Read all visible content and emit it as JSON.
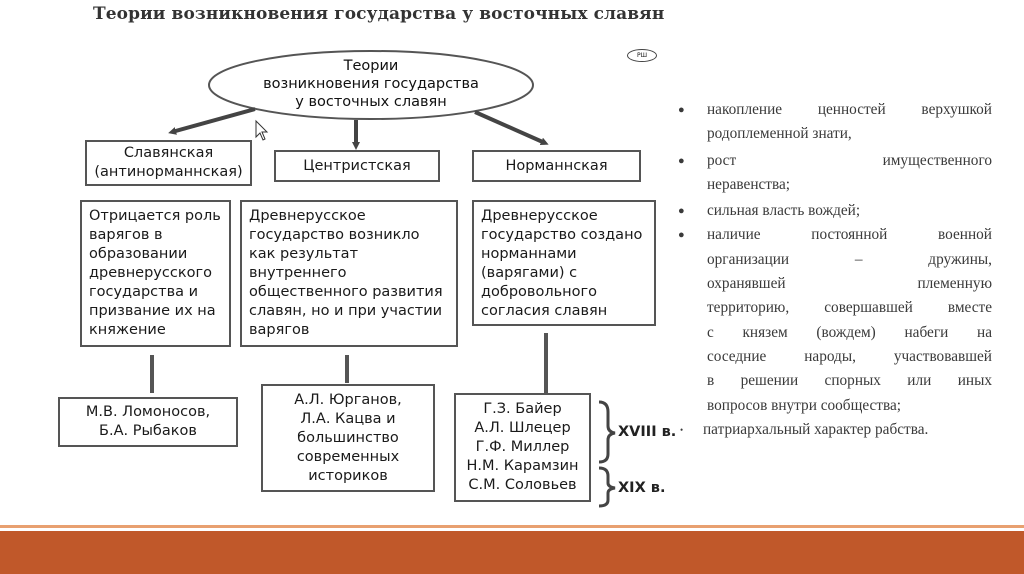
{
  "title": "Теории возникновения государства у восточных славян",
  "badge": "РШ",
  "center_node": [
    "Теории",
    "возникновения государства",
    "у восточных славян"
  ],
  "theories": [
    {
      "name": [
        "Славянская",
        "(антинорманнская)"
      ],
      "description": [
        "Отрицается роль",
        "варягов в",
        "образовании",
        "древнерусского",
        "государства и",
        "призвание их на",
        "княжение"
      ],
      "authors": [
        "М.В. Ломоносов,",
        "Б.А. Рыбаков"
      ]
    },
    {
      "name": [
        "Центристская"
      ],
      "description": [
        "Древнерусское",
        "государство возникло",
        "как результат",
        "внутреннего",
        "общественного развития",
        "славян, но и при участии",
        "варягов"
      ],
      "authors": [
        "А.Л. Юрганов,",
        "Л.А. Кацва и",
        "большинство",
        "современных",
        "историков"
      ]
    },
    {
      "name": [
        "Норманнская"
      ],
      "description": [
        "Древнерусское",
        "государство создано",
        "норманнами",
        "(варягами) с",
        "добровольного",
        "согласия славян"
      ],
      "authors": [
        "Г.З. Байер",
        "А.Л. Шлецер",
        "Г.Ф. Миллер",
        "Н.М. Карамзин",
        "С.М. Соловьев"
      ]
    }
  ],
  "centuries": [
    "XVIII в.",
    "XIX в."
  ],
  "bullets": [
    [
      "накопление ценностей верхушкой",
      "родоплеменной знати,"
    ],
    [
      "рост имущественного",
      "неравенства;"
    ],
    [
      "сильная власть вождей;"
    ],
    [
      "наличие постоянной военной",
      "организации – дружины,",
      "охранявшей племенную",
      "территорию, совершавшей вместе",
      "с князем (вождем) набеги на",
      "соседние народы, участвовавшей",
      "в решении спорных или иных",
      "вопросов внутри сообщества;"
    ],
    [
      "патриархальный характер рабства."
    ]
  ],
  "colors": {
    "footer": "#c0582a",
    "footer_accent": "#e8a070",
    "box_border": "#555555"
  }
}
